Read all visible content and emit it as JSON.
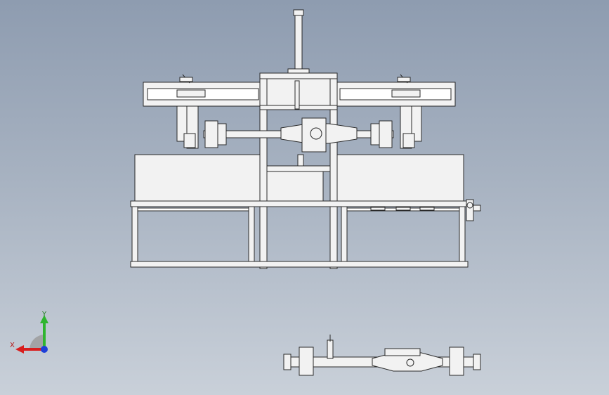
{
  "app": {
    "view_type": "cad-3d-viewport"
  },
  "triad": {
    "x_label": "X",
    "y_label": "Y",
    "x_color": "#d81e1e",
    "y_color": "#2fb52f",
    "z_color": "#1e3fd8"
  },
  "colors": {
    "background_top": "#8e9cb0",
    "background_bottom": "#c9d0d9",
    "line": "#2a2a2a",
    "fill": "#f2f2f2"
  }
}
